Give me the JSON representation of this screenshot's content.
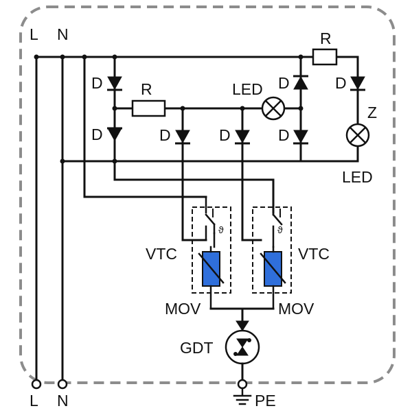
{
  "diagram": {
    "labels": {
      "L_top": "L",
      "N_top": "N",
      "L_bottom": "L",
      "N_bottom": "N",
      "PE": "PE",
      "R_top_right": "R",
      "R_middle": "R",
      "LED_lamp": "LED",
      "LED_right": "LED",
      "Z": "Z",
      "GDT": "GDT",
      "VTC_left": "VTC",
      "VTC_right": "VTC",
      "MOV_left": "MOV",
      "MOV_right": "MOV",
      "D": "D"
    },
    "colors": {
      "line": "#111111",
      "enclosure": "#8c8c8c",
      "mov_fill": "#2f6fdb",
      "background": "#ffffff"
    }
  }
}
